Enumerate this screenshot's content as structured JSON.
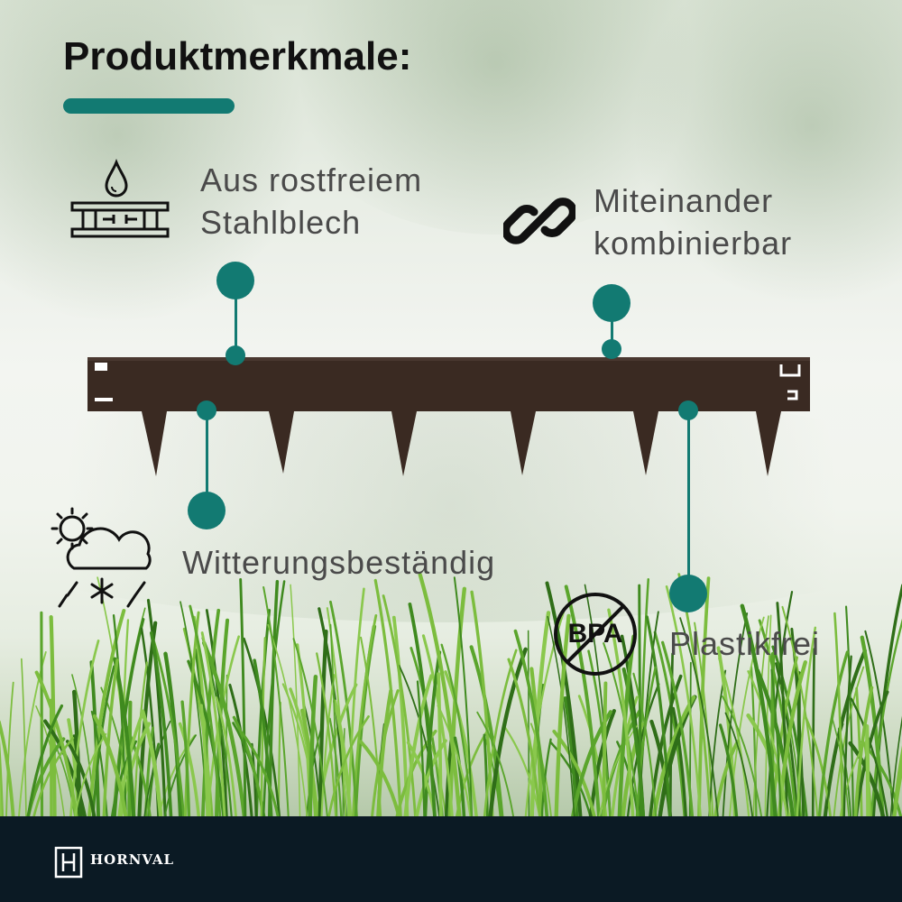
{
  "header": {
    "title": "Produktmerkmale:"
  },
  "features": [
    {
      "icon": "steel-sheet-icon",
      "label_line1": "Aus rostfreiem",
      "label_line2": "Stahlblech"
    },
    {
      "icon": "chain-link-icon",
      "label_line1": "Miteinander",
      "label_line2": "kombinierbar"
    },
    {
      "icon": "weather-icon",
      "label": "Witterungsbeständig"
    },
    {
      "icon": "bpa-free-icon",
      "label": "Plastikfrei",
      "badge_text": "BPA"
    }
  ],
  "footer": {
    "brand": "HORNVAL",
    "logo_icon": "hornval-logo-icon"
  },
  "colors": {
    "accent": "#127a72",
    "steel": "#3a2a22",
    "footer": "#0b1a24"
  }
}
